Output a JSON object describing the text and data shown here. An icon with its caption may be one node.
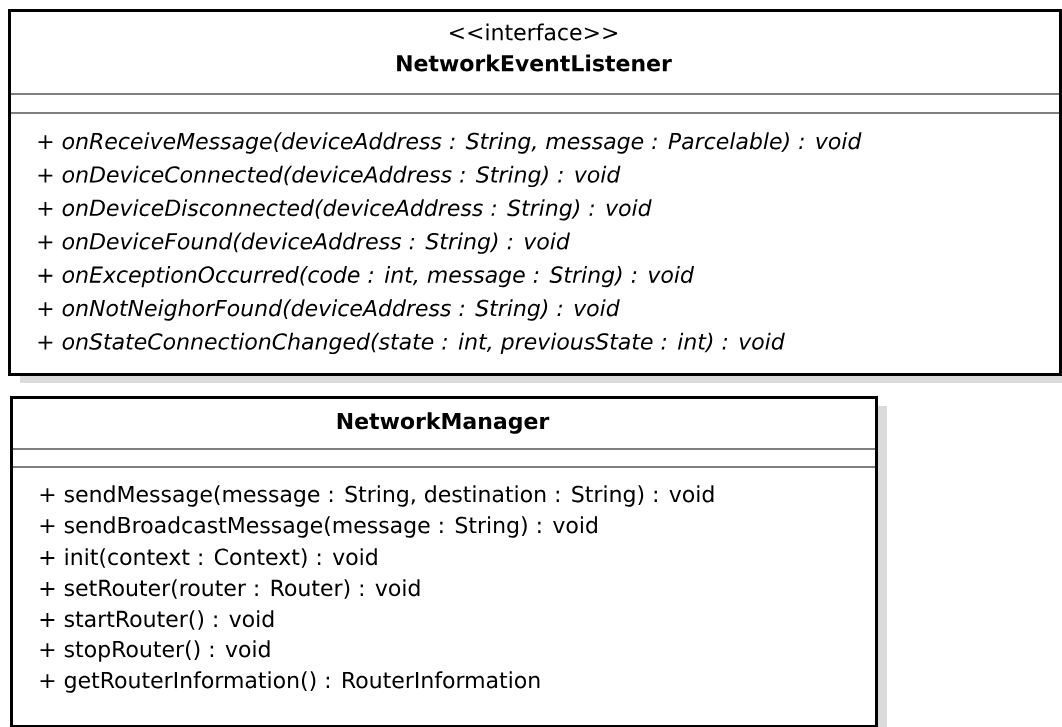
{
  "diagram": {
    "nodes": [
      {
        "text": [
          "<<interface>>",
          "NetworkEventListener",
          "+ onReceiveMessage(deviceAddress : String, message : Parcelable) : void",
          "+ onDeviceConnected(deviceAddress : String) : void",
          "+ onDeviceDisconnected(deviceAddress : String) : void",
          "+ onDeviceFound(deviceAddress : String) : void",
          "+ onExceptionOccurred(code : int, message : String) : void",
          "+ onNotNeighorFound(deviceAddress : String) : void",
          "+ onStateConnectionChanged(state : int, previousState : int) : void"
        ]
      },
      {
        "text": [
          "NetworkManager",
          "+ sendMessage(message : String, destination : String) : void",
          "+ sendBroadcastMessage(message : String) : void",
          "+ init(context : Context) : void",
          "+ setRouter(router : Router) : void",
          "+ startRouter() : void",
          "+ stopRouter() : void",
          "+ getRouterInformation() : RouterInformation"
        ]
      }
    ]
  }
}
